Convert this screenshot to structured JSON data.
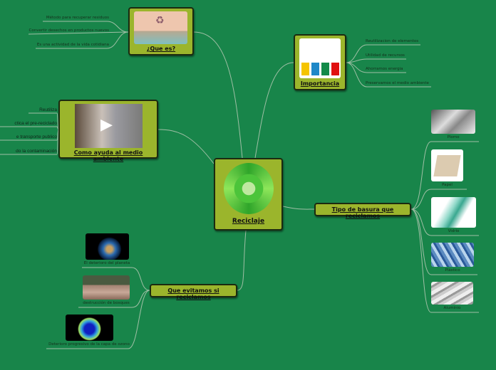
{
  "central": {
    "label": "Reciclaje",
    "icon": "recycle-globe-icon"
  },
  "que_es": {
    "label": "¿Que es?",
    "items": [
      "Método para recuperar residuos",
      "Convertir desechos en productos nuevos",
      "Es una actividad de la vida cotidiana"
    ]
  },
  "importancia": {
    "label": "Importancia",
    "items": [
      "Reutilizacion de elementos",
      "Utilidad de recursos",
      "Ahorramos energia",
      "Preservamos el medio ambiente"
    ]
  },
  "como_ayuda": {
    "label": "Como ayuda al medio ambiente",
    "items": [
      "Reutiliza",
      "ctica el pre-reciclado",
      "e transporte publico",
      "do la contaminación"
    ]
  },
  "tipo": {
    "label": "Tipo de basura que reciclamos",
    "items": [
      "Plomo",
      "Papel",
      "Vidrio",
      "Plástico",
      "Aluminio"
    ]
  },
  "evitamos": {
    "label": "Que evitamos si reciclamos",
    "items": [
      "El deterioro del planeta",
      "destrucción de bosques",
      "Deterioro progresivo de la capa de ozono"
    ]
  },
  "colors": {
    "background": "#18854a",
    "node": "#9bb52c",
    "line": "#9fbfa5"
  }
}
